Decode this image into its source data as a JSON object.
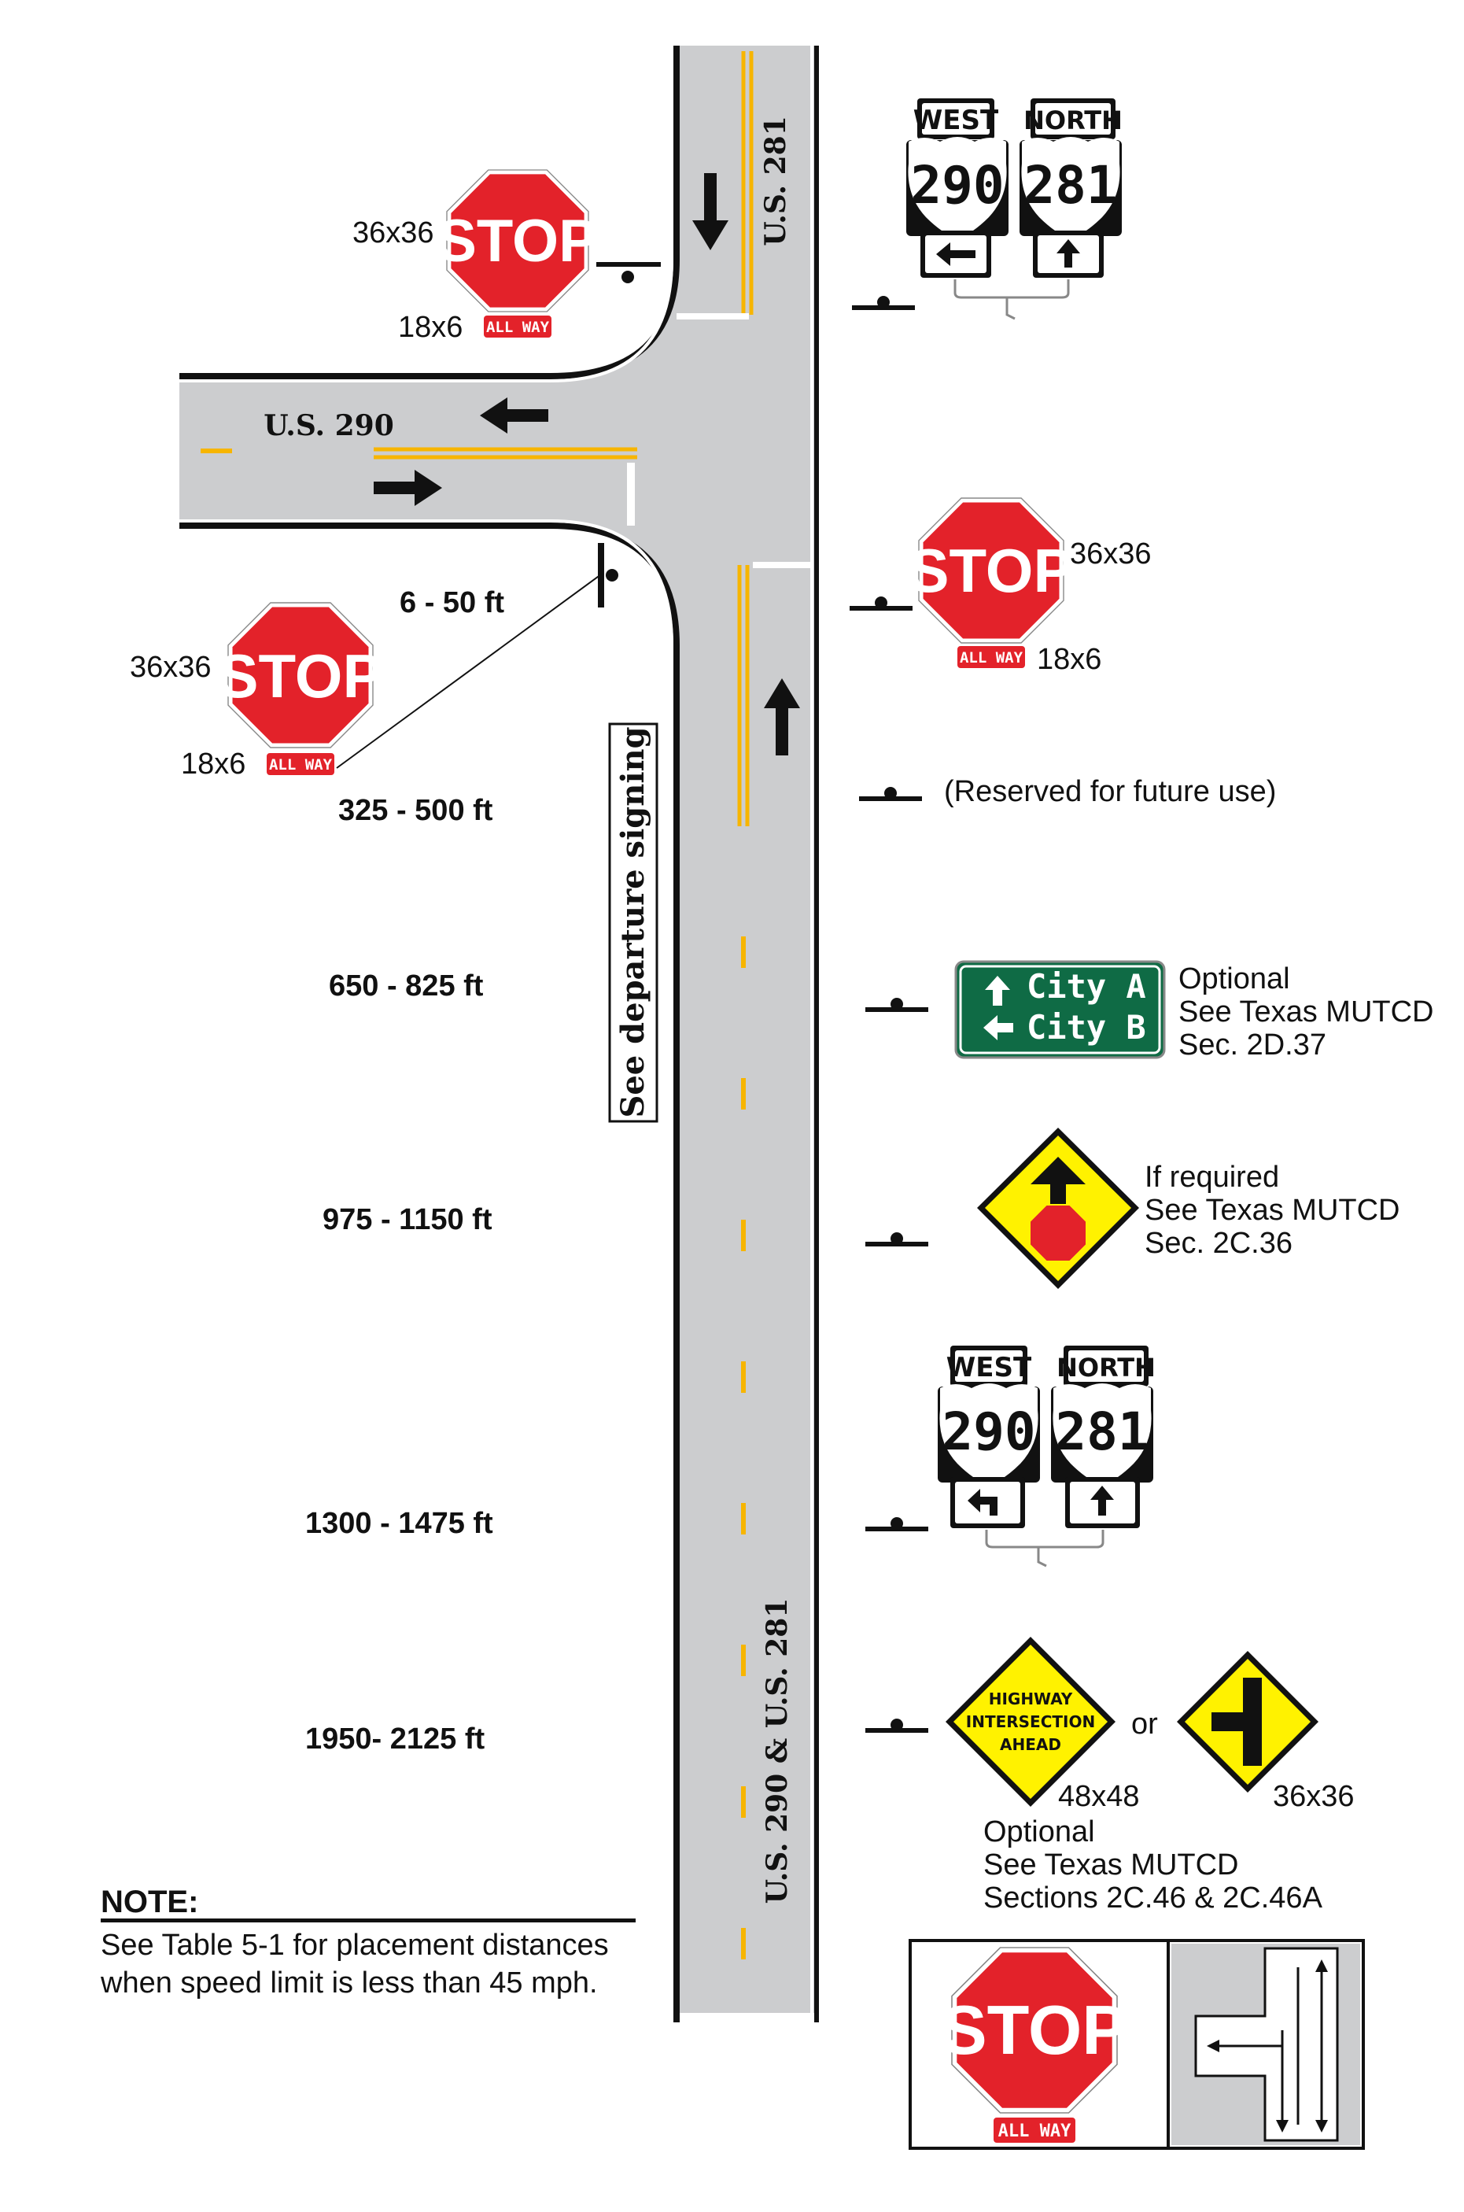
{
  "colors": {
    "road": "#cccdcf",
    "yellow": "#f7b500",
    "stop_red": "#e3222a",
    "guide_green": "#0f6b45",
    "warning_yellow": "#fff200",
    "black": "#111111",
    "white": "#ffffff"
  },
  "roads": {
    "us281_label": "U.S. 281",
    "us290_label": "U.S. 290",
    "combined_label": "U.S. 290 & U.S. 281",
    "departure_note": "See departure signing"
  },
  "stop_signs": {
    "text": "STOP",
    "plaque": "ALL WAY",
    "sign_size": "36x36",
    "plaque_size": "18x6"
  },
  "distances": {
    "d1": "6 - 50 ft",
    "d2": "325 - 500 ft",
    "d3": "650 - 825 ft",
    "d4": "975 - 1150 ft",
    "d5": "1300 - 1475 ft",
    "d6": "1950-  2125 ft"
  },
  "route_marker_assembly": {
    "west": "WEST",
    "north": "NORTH",
    "route290": "290",
    "route281": "281"
  },
  "reserved": "(Reserved for future use)",
  "guide_sign": {
    "line1": "City A",
    "line2": "City B",
    "note_line1": "Optional",
    "note_line2": "See Texas MUTCD",
    "note_line3": "Sec. 2D.37"
  },
  "stop_ahead": {
    "note_line1": "If required",
    "note_line2": "See Texas MUTCD",
    "note_line3": "Sec. 2C.36"
  },
  "intersection_warning": {
    "text_line1": "HIGHWAY",
    "text_line2": "INTERSECTION",
    "text_line3": "AHEAD",
    "or": "or",
    "size_a": "48x48",
    "size_b": "36x36",
    "note_line1": "Optional",
    "note_line2": "See Texas MUTCD",
    "note_line3": "Sections 2C.46 & 2C.46A"
  },
  "note": {
    "title": "NOTE:",
    "line1": "See Table 5-1 for placement distances",
    "line2": "when speed limit is less than 45 mph."
  },
  "legend": {
    "stop": "STOP",
    "plaque": "ALL WAY"
  }
}
